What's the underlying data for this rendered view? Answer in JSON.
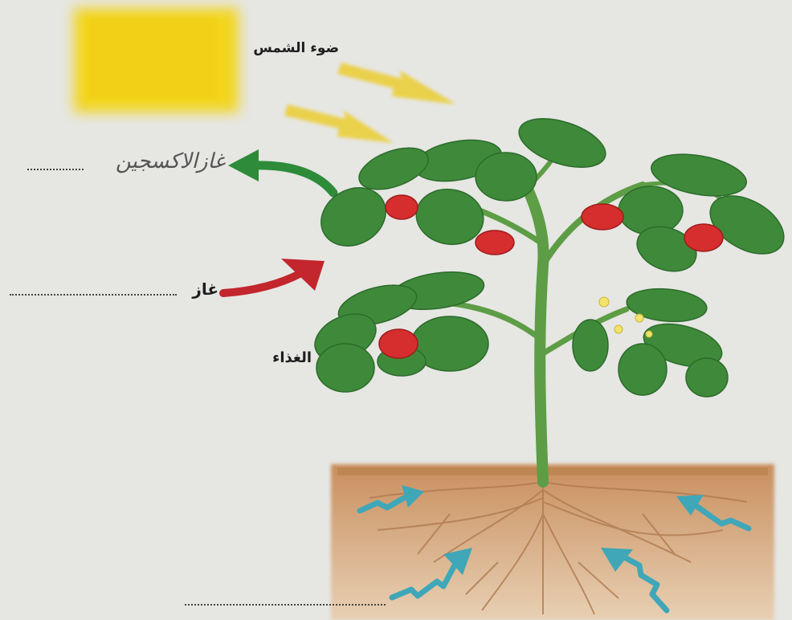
{
  "labels": {
    "sunlight": "ضوء الشمس",
    "gas": "غاز",
    "food": "الغذاء"
  },
  "handwriting": {
    "oxygen_answer": "غازالاكسجين"
  },
  "colors": {
    "sun": "#f3d51a",
    "light_arrow": "#eecf3a",
    "oxygen_arrow": "#2e8b3a",
    "gas_arrow": "#c3262d",
    "water_arrow": "#3fa7b8",
    "soil": "#cf9e73",
    "leaf": "#3f8a3a",
    "fruit": "#d62e2e"
  },
  "icons": [
    "sun-icon",
    "arrow-icon",
    "tomato-icon",
    "flower-icon",
    "root-icon"
  ]
}
